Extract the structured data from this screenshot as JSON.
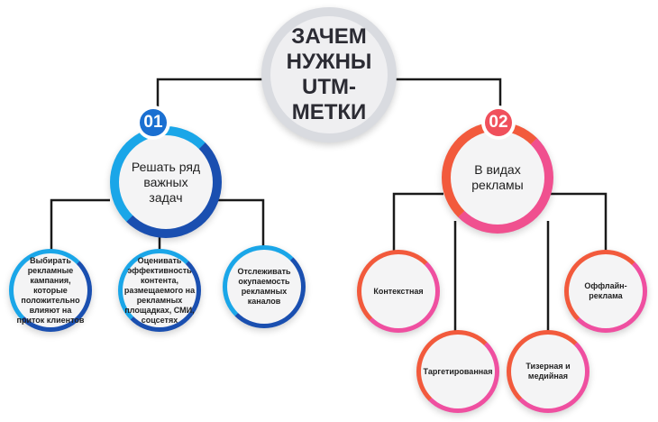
{
  "title": "ЗАЧЕМ НУЖНЫ UTM-МЕТКИ",
  "branches": [
    {
      "number": "01",
      "label": "Решать ряд важных задач",
      "color": "#1a6fd1",
      "items": [
        "Выбирать рекламные кампания, которые положительно влияют на приток клиентов",
        "Оценивать эффективность контента, размещаемого на рекламных площадках, СМИ, соцсетях",
        "Отслеживать окупаемость рекламных каналов"
      ]
    },
    {
      "number": "02",
      "label": "В видах рекламы",
      "color": "#f0505c",
      "items": [
        "Контекстная",
        "Таргетированная",
        "Тизерная и медийная",
        "Оффлайн-реклама"
      ]
    }
  ]
}
